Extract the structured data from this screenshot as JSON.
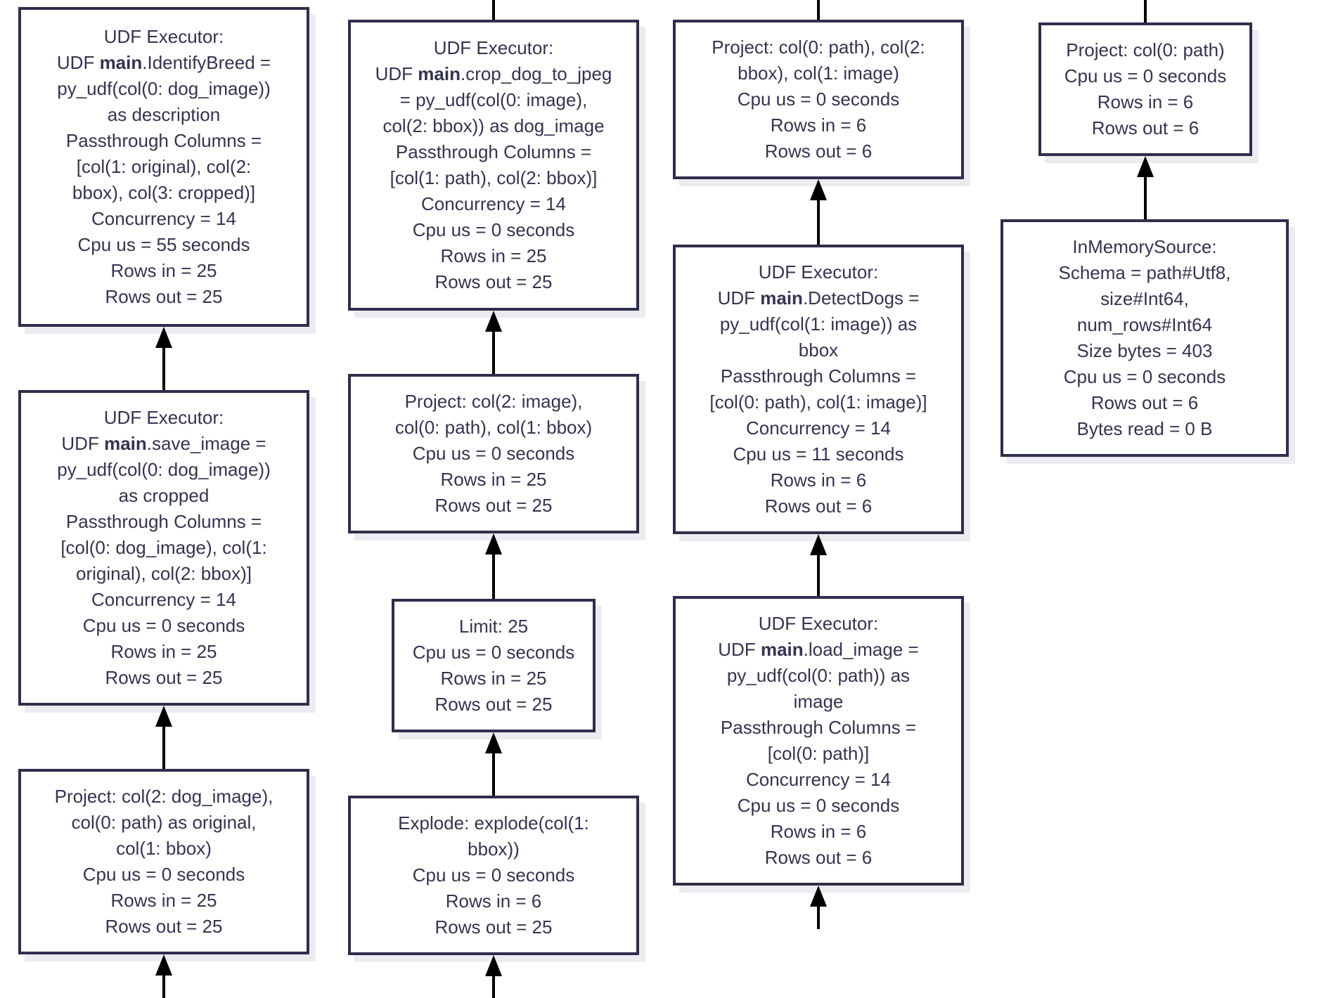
{
  "diagram": {
    "kind": "query-execution-plan",
    "colors": {
      "background": "#ffffff",
      "node_border": "#2e2e4c",
      "node_text": "#343450",
      "arrow": "#000000",
      "node_shadow": "#ebebf1"
    },
    "nodes": [
      {
        "id": "udf-identify-breed",
        "op": "UDF Executor",
        "lines": [
          "UDF Executor:",
          "UDF **main**.IdentifyBreed =",
          "py_udf(col(0: dog_image))",
          "as description",
          "Passthrough Columns =",
          "[col(1: original), col(2:",
          "bbox), col(3: cropped)]",
          "Concurrency = 14",
          "Cpu us = 55 seconds",
          "Rows in = 25",
          "Rows out = 25"
        ]
      },
      {
        "id": "udf-save-image",
        "op": "UDF Executor",
        "lines": [
          "UDF Executor:",
          "UDF **main**.save_image =",
          "py_udf(col(0: dog_image))",
          "as cropped",
          "Passthrough Columns =",
          "[col(0: dog_image), col(1:",
          "original), col(2: bbox)]",
          "Concurrency = 14",
          "Cpu us = 0 seconds",
          "Rows in = 25",
          "Rows out = 25"
        ]
      },
      {
        "id": "project-dog-image",
        "op": "Project",
        "lines": [
          "Project: col(2: dog_image),",
          "col(0: path) as original,",
          "col(1: bbox)",
          "Cpu us = 0 seconds",
          "Rows in = 25",
          "Rows out = 25"
        ]
      },
      {
        "id": "udf-crop-dog-to-jpeg",
        "op": "UDF Executor",
        "lines": [
          "UDF Executor:",
          "UDF **main**.crop_dog_to_jpeg",
          "= py_udf(col(0: image),",
          "col(2: bbox)) as dog_image",
          "Passthrough Columns =",
          "[col(1: path), col(2: bbox)]",
          "Concurrency = 14",
          "Cpu us = 0 seconds",
          "Rows in = 25",
          "Rows out = 25"
        ]
      },
      {
        "id": "project-image-path-bbox",
        "op": "Project",
        "lines": [
          "Project: col(2: image),",
          "col(0: path), col(1: bbox)",
          "Cpu us = 0 seconds",
          "Rows in = 25",
          "Rows out = 25"
        ]
      },
      {
        "id": "limit",
        "op": "Limit",
        "lines": [
          "Limit: 25",
          "Cpu us = 0 seconds",
          "Rows in = 25",
          "Rows out = 25"
        ]
      },
      {
        "id": "explode",
        "op": "Explode",
        "lines": [
          "Explode: explode(col(1:",
          "bbox))",
          "Cpu us = 0 seconds",
          "Rows in = 6",
          "Rows out = 25"
        ]
      },
      {
        "id": "project-path-bbox-image",
        "op": "Project",
        "lines": [
          "Project: col(0: path), col(2:",
          "bbox), col(1: image)",
          "Cpu us = 0 seconds",
          "Rows in = 6",
          "Rows out = 6"
        ]
      },
      {
        "id": "udf-detect-dogs",
        "op": "UDF Executor",
        "lines": [
          "UDF Executor:",
          "UDF **main**.DetectDogs =",
          "py_udf(col(1: image)) as",
          "bbox",
          "Passthrough Columns =",
          "[col(0: path), col(1: image)]",
          "Concurrency = 14",
          "Cpu us = 11 seconds",
          "Rows in = 6",
          "Rows out = 6"
        ]
      },
      {
        "id": "udf-load-image",
        "op": "UDF Executor",
        "lines": [
          "UDF Executor:",
          "UDF **main**.load_image =",
          "py_udf(col(0: path)) as",
          "image",
          "Passthrough Columns =",
          "[col(0: path)]",
          "Concurrency = 14",
          "Cpu us = 0 seconds",
          "Rows in = 6",
          "Rows out = 6"
        ]
      },
      {
        "id": "project-path",
        "op": "Project",
        "lines": [
          "Project: col(0: path)",
          "Cpu us = 0 seconds",
          "Rows in = 6",
          "Rows out = 6"
        ]
      },
      {
        "id": "in-memory-source",
        "op": "InMemorySource",
        "lines": [
          "InMemorySource:",
          "Schema = path#Utf8,",
          "size#Int64,",
          "num_rows#Int64",
          "Size bytes = 403",
          "Cpu us = 0 seconds",
          "Rows out = 6",
          "Bytes read = 0 B"
        ]
      }
    ],
    "edges": [
      {
        "from": "udf-save-image",
        "to": "udf-identify-breed"
      },
      {
        "from": "project-dog-image",
        "to": "udf-save-image"
      },
      {
        "from": "project-image-path-bbox",
        "to": "udf-crop-dog-to-jpeg"
      },
      {
        "from": "limit",
        "to": "project-image-path-bbox"
      },
      {
        "from": "explode",
        "to": "limit"
      },
      {
        "from": "udf-detect-dogs",
        "to": "project-path-bbox-image"
      },
      {
        "from": "udf-load-image",
        "to": "udf-detect-dogs"
      },
      {
        "from": "in-memory-source",
        "to": "project-path"
      }
    ]
  }
}
